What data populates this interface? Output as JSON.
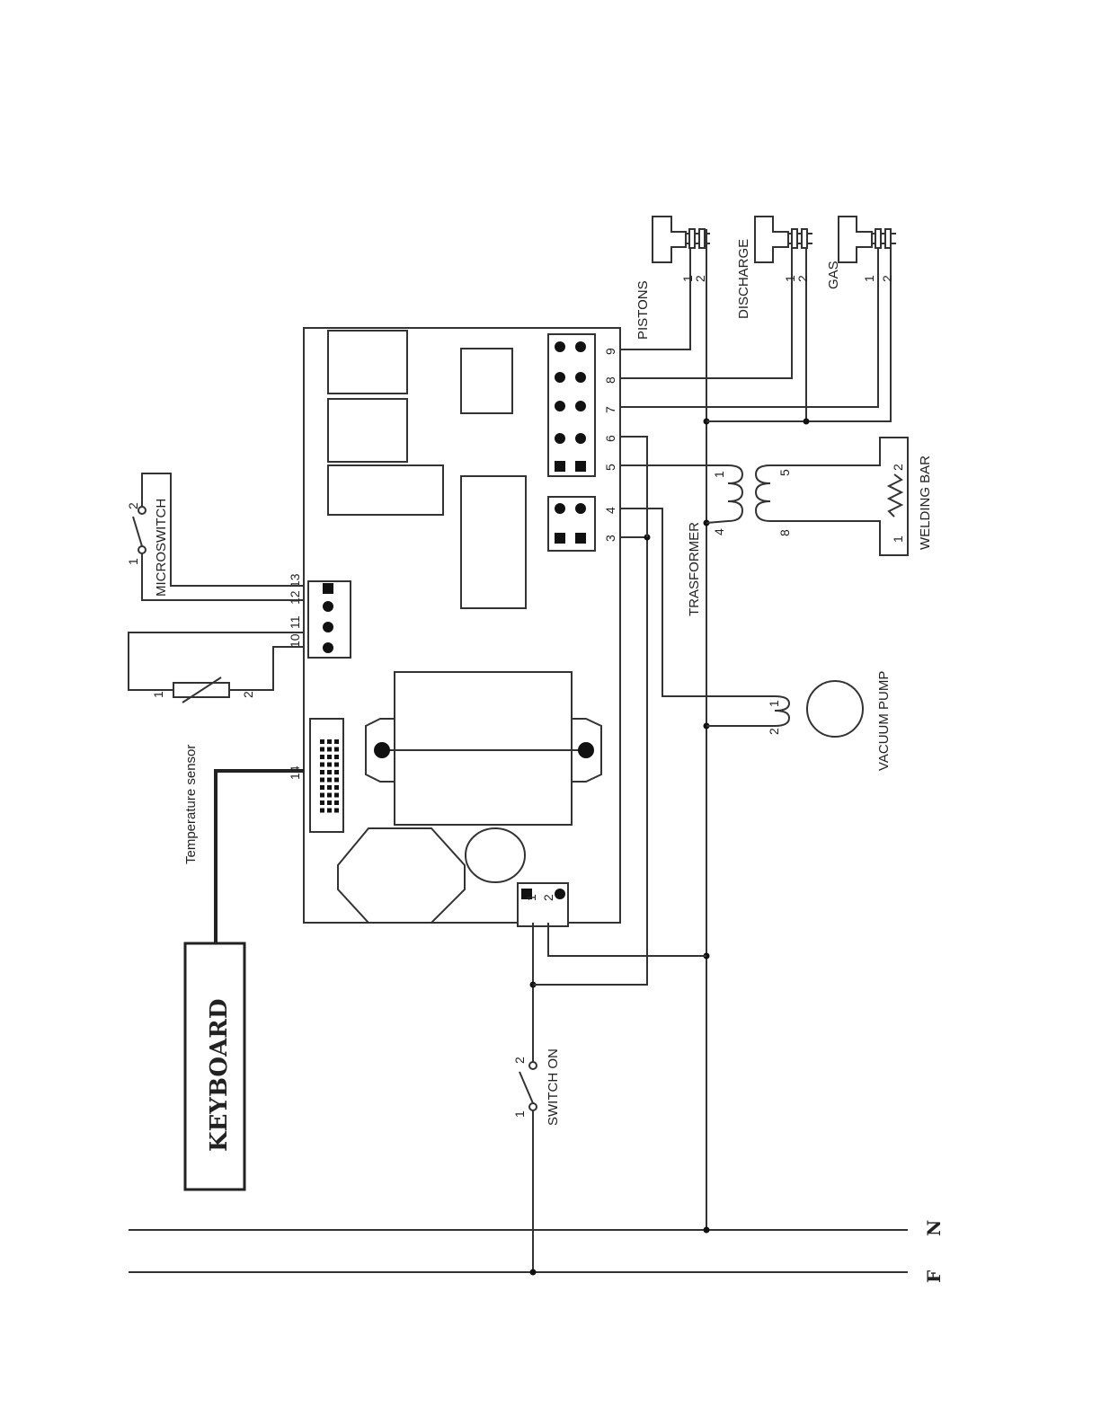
{
  "labels": {
    "keyboard": "KEYBOARD",
    "temperature_sensor": "Temperature sensor",
    "microswitch": "MICROSWITCH",
    "switch_on": "SWITCH ON",
    "pistons": "PISTONS",
    "discharge": "DISCHARGE",
    "gas": "GAS",
    "transformer": "TRASFORMER",
    "welding_bar": "WELDING BAR",
    "vacuum_pump": "VACUUM PUMP",
    "phase": "F",
    "neutral": "N"
  },
  "terminals": {
    "t1": "1",
    "t2": "2",
    "t3": "3",
    "t4": "4",
    "t5": "5",
    "t6": "6",
    "t7": "7",
    "t8": "8",
    "t9": "9",
    "t10": "10",
    "t11": "11",
    "t12": "12",
    "t13": "13",
    "t14": "14"
  },
  "colors": {
    "line": "#333333",
    "background": "#ffffff"
  }
}
